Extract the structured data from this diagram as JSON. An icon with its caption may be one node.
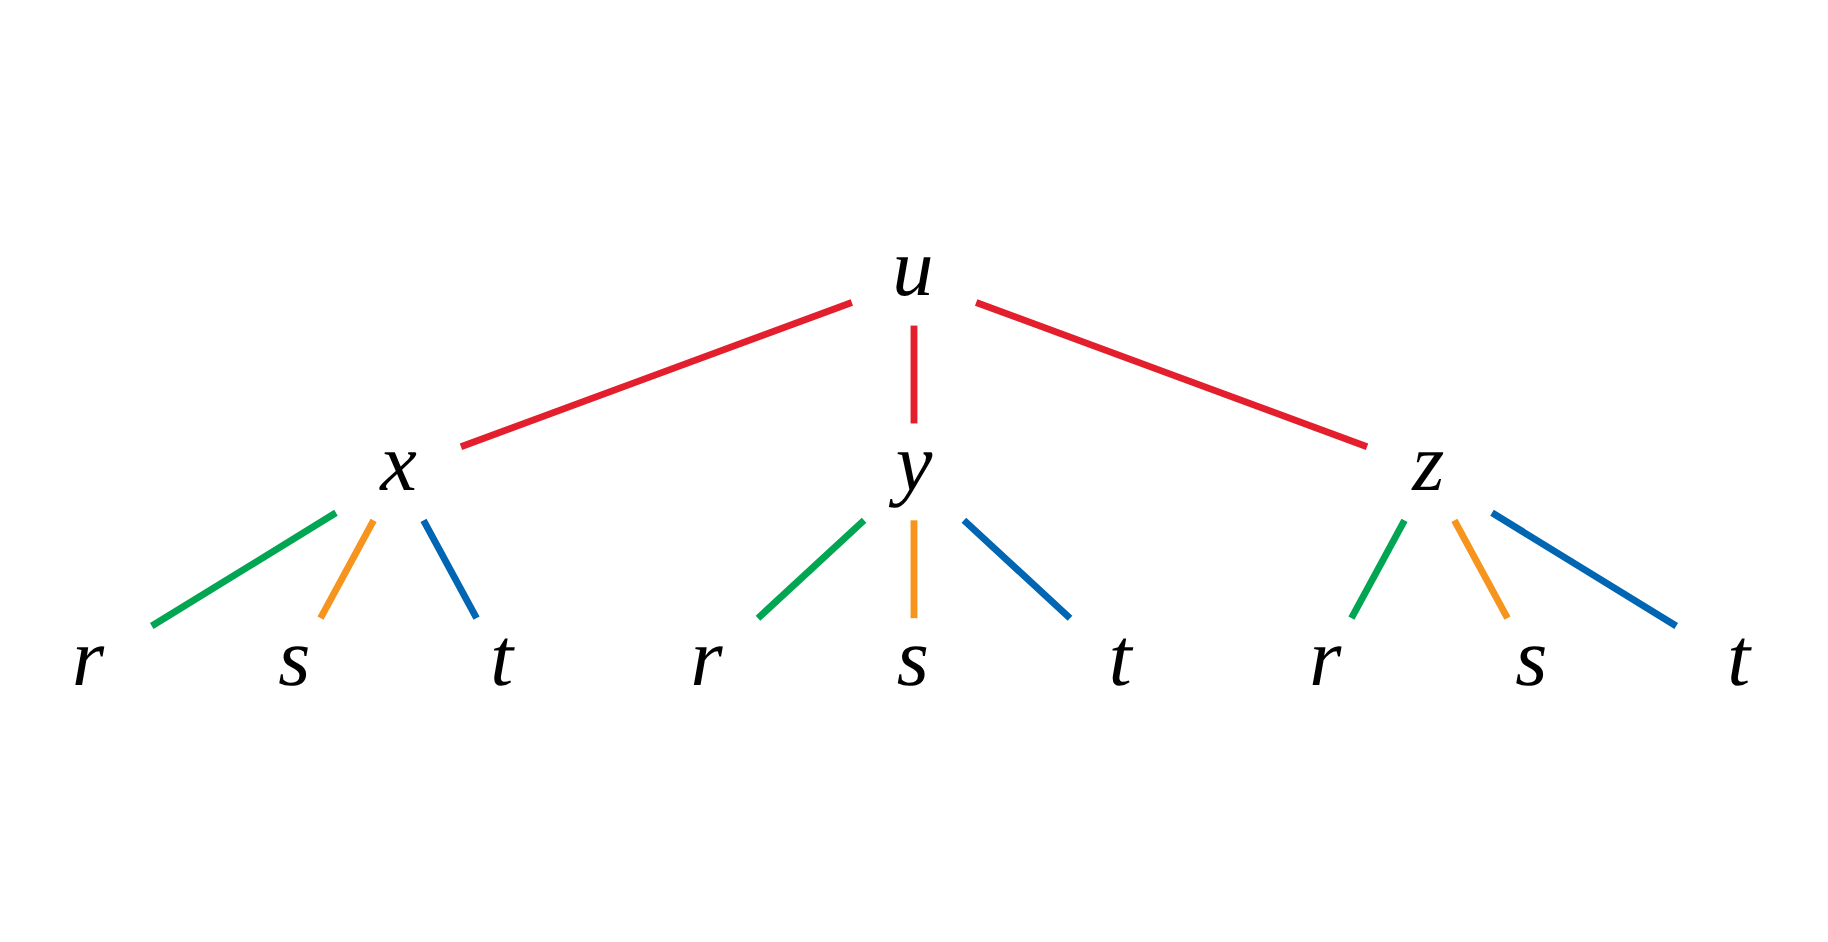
{
  "diagram": {
    "nodes": [
      {
        "text": [
          "u"
        ]
      },
      {
        "text": [
          "x"
        ]
      },
      {
        "text": [
          "y"
        ]
      },
      {
        "text": [
          "z"
        ]
      },
      {
        "text": [
          "r"
        ]
      },
      {
        "text": [
          "s"
        ]
      },
      {
        "text": [
          "t"
        ]
      },
      {
        "text": [
          "r"
        ]
      },
      {
        "text": [
          "s"
        ]
      },
      {
        "text": [
          "t"
        ]
      },
      {
        "text": [
          "r"
        ]
      },
      {
        "text": [
          "s"
        ]
      },
      {
        "text": [
          "t"
        ]
      }
    ],
    "edges": [
      {
        "from": 0,
        "to": 1,
        "arrow": "none",
        "color": "#e31e2d"
      },
      {
        "from": 0,
        "to": 2,
        "arrow": "none",
        "color": "#e31e2d"
      },
      {
        "from": 0,
        "to": 3,
        "arrow": "none",
        "color": "#e31e2d"
      },
      {
        "from": 1,
        "to": 4,
        "arrow": "none",
        "color": "#00a651"
      },
      {
        "from": 1,
        "to": 5,
        "arrow": "none",
        "color": "#f7941d"
      },
      {
        "from": 1,
        "to": 6,
        "arrow": "none",
        "color": "#0066b3"
      },
      {
        "from": 2,
        "to": 7,
        "arrow": "none",
        "color": "#00a651"
      },
      {
        "from": 2,
        "to": 8,
        "arrow": "none",
        "color": "#f7941d"
      },
      {
        "from": 2,
        "to": 9,
        "arrow": "none",
        "color": "#0066b3"
      },
      {
        "from": 3,
        "to": 10,
        "arrow": "none",
        "color": "#00a651"
      },
      {
        "from": 3,
        "to": 11,
        "arrow": "none",
        "color": "#f7941d"
      },
      {
        "from": 3,
        "to": 12,
        "arrow": "none",
        "color": "#0066b3"
      }
    ]
  }
}
